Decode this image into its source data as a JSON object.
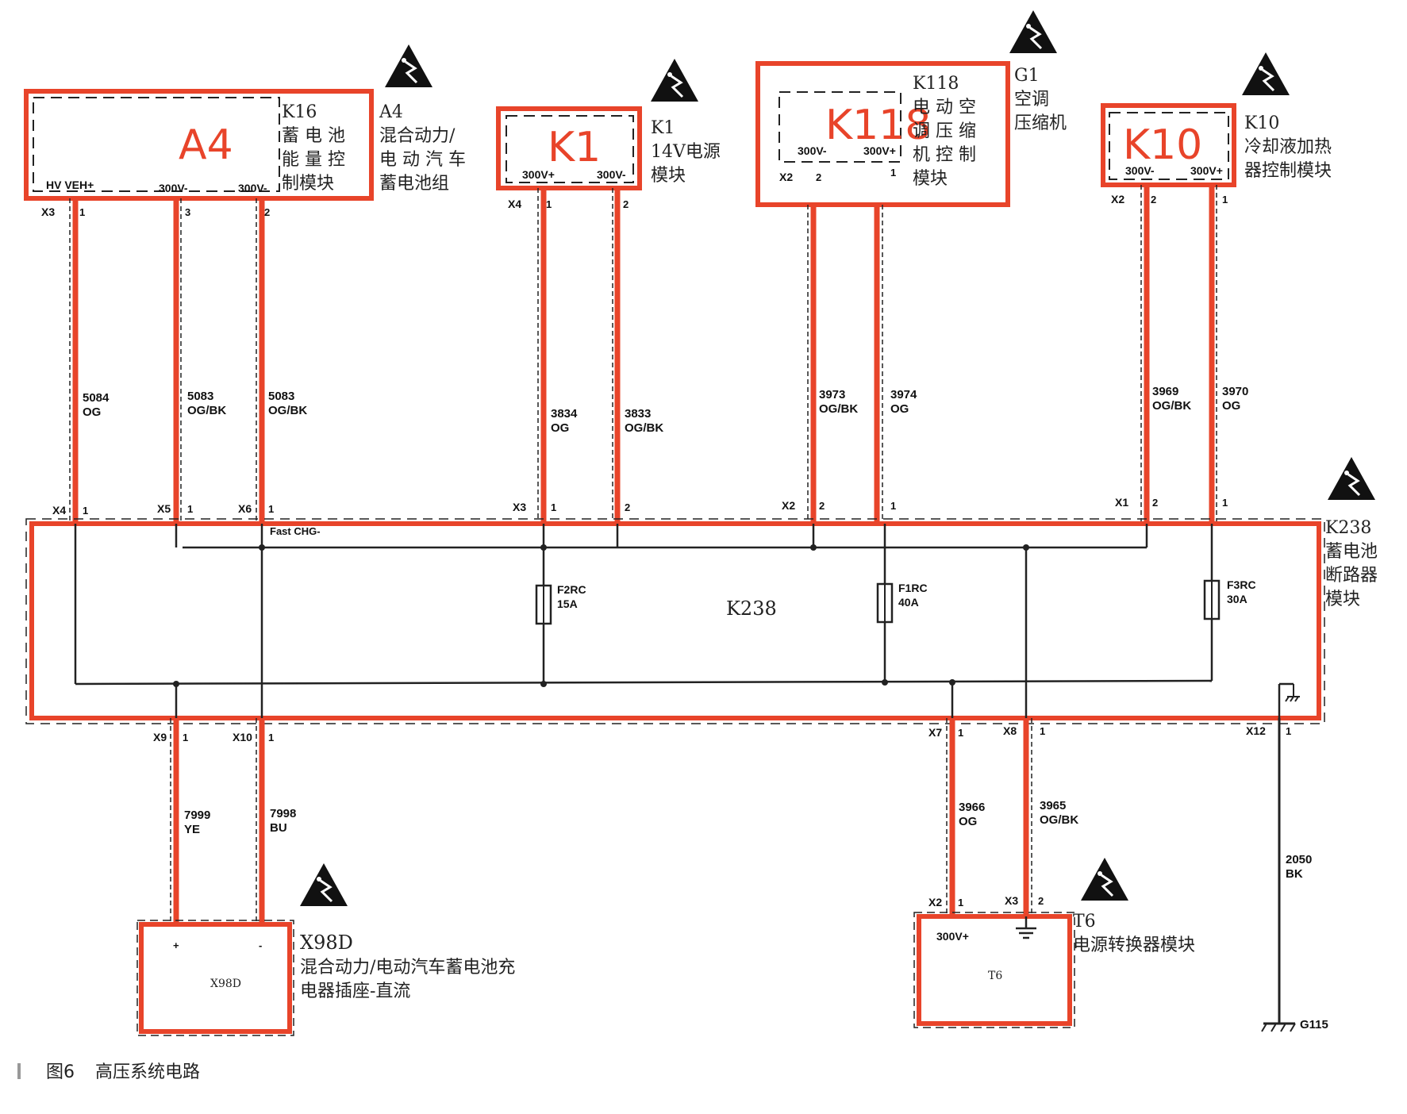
{
  "diagram": {
    "caption": {
      "number": "图6",
      "title": "高压系统电路"
    },
    "modules": [
      {
        "id": "A4",
        "big": "A4",
        "code": "K16",
        "desc": [
          "蓄 电 池",
          "能 量 控",
          "制模块"
        ],
        "outer_code": "A4",
        "outer_desc": [
          "混合动力/",
          "电 动 汽 车",
          "蓄电池组"
        ],
        "pins": [
          "HV VEH+",
          "300V-",
          "300V-"
        ],
        "conn": "X3",
        "pin_nums": [
          "1",
          "3",
          "2"
        ]
      },
      {
        "id": "K1",
        "big": "K1",
        "code": "K1",
        "desc": [
          "14V电源",
          "模块"
        ],
        "pins": [
          "300V+",
          "300V-"
        ],
        "conn": "X4",
        "pin_nums": [
          "1",
          "2"
        ]
      },
      {
        "id": "K118",
        "big": "K118",
        "code": "K118",
        "desc": [
          "电 动 空",
          "调 压 缩",
          "机 控 制",
          "模块"
        ],
        "outer_code": "G1",
        "outer_desc": [
          "空调",
          "压缩机"
        ],
        "pins": [
          "300V-",
          "300V+"
        ],
        "conn": "X2",
        "pin_nums": [
          "2",
          "1"
        ]
      },
      {
        "id": "K10",
        "big": "K10",
        "code": "K10",
        "desc": [
          "冷却液加热",
          "器控制模块"
        ],
        "pins": [
          "300V-",
          "300V+"
        ],
        "conn": "X2",
        "pin_nums": [
          "2",
          "1"
        ]
      },
      {
        "id": "K238",
        "label": "K238",
        "code": "K238",
        "desc": [
          "蓄电池",
          "断路器",
          "模块"
        ],
        "fast_chg": "Fast CHG-"
      },
      {
        "id": "X98D",
        "label": "X98D",
        "code": "X98D",
        "desc": [
          "混合动力/电动汽车蓄电池充",
          "电器插座-直流"
        ],
        "pins": [
          "+",
          "-"
        ]
      },
      {
        "id": "T6",
        "label": "T6",
        "code": "T6",
        "desc": [
          "电源转换器模块"
        ],
        "pins": [
          "300V+"
        ]
      }
    ],
    "wires": [
      {
        "circuit": "5084",
        "color": "OG"
      },
      {
        "circuit": "5083",
        "color": "OG/BK"
      },
      {
        "circuit": "5083",
        "color": "OG/BK"
      },
      {
        "circuit": "3834",
        "color": "OG"
      },
      {
        "circuit": "3833",
        "color": "OG/BK"
      },
      {
        "circuit": "3973",
        "color": "OG/BK"
      },
      {
        "circuit": "3974",
        "color": "OG"
      },
      {
        "circuit": "3969",
        "color": "OG/BK"
      },
      {
        "circuit": "3970",
        "color": "OG"
      },
      {
        "circuit": "7999",
        "color": "YE"
      },
      {
        "circuit": "7998",
        "color": "BU"
      },
      {
        "circuit": "3966",
        "color": "OG"
      },
      {
        "circuit": "3965",
        "color": "OG/BK"
      },
      {
        "circuit": "2050",
        "color": "BK"
      }
    ],
    "k238_connectors": [
      {
        "conn": "X4",
        "pin": "1"
      },
      {
        "conn": "X5",
        "pin": "1"
      },
      {
        "conn": "X6",
        "pin": "1"
      },
      {
        "conn": "X3",
        "pin": "1"
      },
      {
        "conn": "X3",
        "pin": "2"
      },
      {
        "conn": "X2",
        "pin": "2"
      },
      {
        "conn": "X2",
        "pin": "1"
      },
      {
        "conn": "X1",
        "pin": "2"
      },
      {
        "conn": "X1",
        "pin": "1"
      },
      {
        "conn": "X9",
        "pin": "1"
      },
      {
        "conn": "X10",
        "pin": "1"
      },
      {
        "conn": "X7",
        "pin": "1"
      },
      {
        "conn": "X8",
        "pin": "1"
      },
      {
        "conn": "X12",
        "pin": "1"
      }
    ],
    "t6_connectors": [
      {
        "conn": "X2",
        "pin": "1"
      },
      {
        "conn": "X3",
        "pin": "2"
      }
    ],
    "fuses": [
      {
        "name": "F2RC",
        "rating": "15A"
      },
      {
        "name": "F1RC",
        "rating": "40A"
      },
      {
        "name": "F3RC",
        "rating": "30A"
      }
    ],
    "ground": "G115",
    "highlight_color": "#e8442a",
    "wire_color": "#222222"
  }
}
